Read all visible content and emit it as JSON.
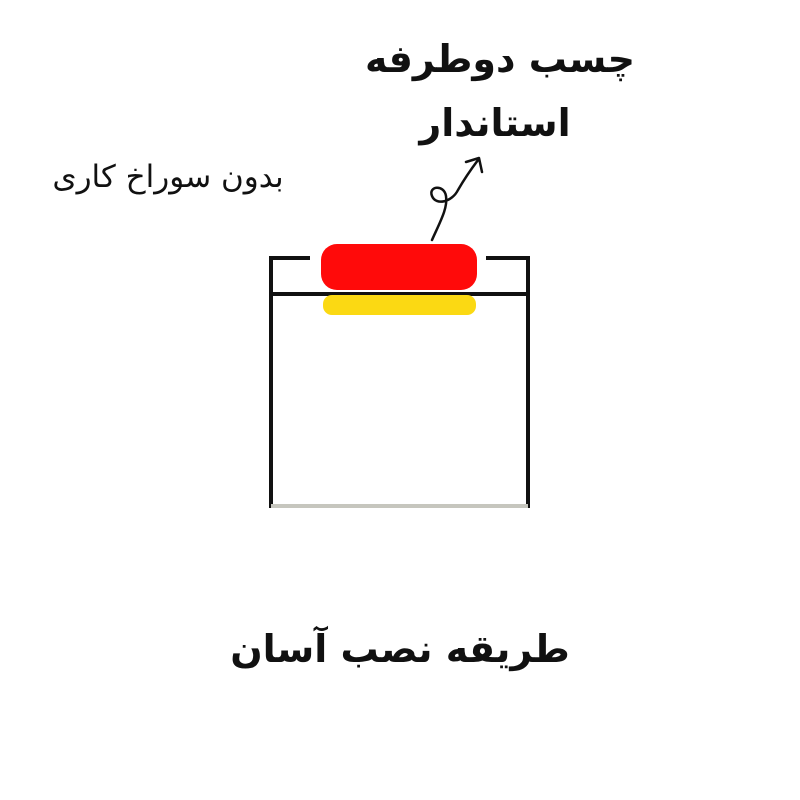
{
  "labels": {
    "adhesive_line_1": "چسب دوطرفه",
    "adhesive_line_2": "استاندار",
    "no_drilling": "بدون سوراخ کاری",
    "easy_install": "طریقه نصب آسان"
  },
  "colors": {
    "adhesive_tape": "#ff0a0a",
    "backing_strip": "#fbd913",
    "outline": "#111111",
    "floor": "#c6c6be",
    "background": "#ffffff"
  },
  "icons": {
    "arrow": "curly-arrow-up-icon"
  }
}
